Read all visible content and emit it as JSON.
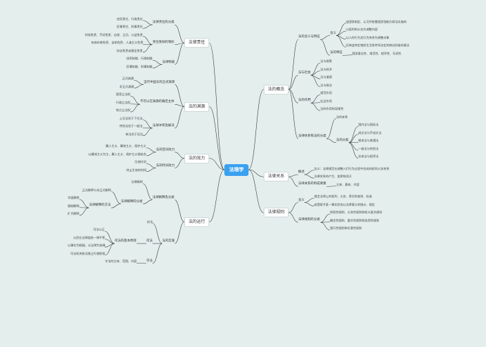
{
  "root": "法理学",
  "left": [
    {
      "label": "法律责任",
      "children": [
        {
          "label": "法律责任的分类",
          "children": [
            "违宪责任、行政责任",
            "民事责任、刑事责任"
          ]
        },
        {
          "label": "责任免除的情形",
          "children": [
            "时效免责、不诉免责、自首、立功、公益免责",
            "有效补救免责、自助免责、人道主义免责",
            "协议免责或意定免责"
          ]
        },
        {
          "label": "法律制裁",
          "children": [
            "违宪制裁、行政制裁",
            "民事制裁、刑事制裁"
          ]
        }
      ]
    },
    {
      "label": "法的渊源",
      "children": [
        {
          "label": "当代中国法的正式渊源",
          "children": [
            "正式渊源",
            "非正式渊源"
          ]
        },
        {
          "label": "不可以在渊源的确定主体",
          "children": [
            "国家立法权",
            "行政立法权",
            "地方立法权"
          ]
        },
        {
          "label": "法律冲突及解决",
          "children": [
            "上位法优于下位法",
            "特别法优于一般法",
            "新法优于旧法"
          ]
        }
      ]
    },
    {
      "label": "法的效力",
      "children": [
        {
          "label": "法的空间效力",
          "children": [
            "属人主义、属地主义、保护主义",
            "以属地主义为主，属人主义、保护主义相结合"
          ]
        },
        {
          "label": "法的时间效力",
          "children": [
            "生效时间",
            "终止生效的时间"
          ]
        }
      ]
    },
    {
      "label": "法的运行",
      "children": [
        {
          "label": "法律解释及分类",
          "children": [
            {
              "label": "法律解释"
            },
            {
              "label": "法律解释的分类",
              "children": [
                {
                  "label": "正式解释与非正式解释"
                },
                {
                  "label": "法律解释的方法",
                  "children": [
                    "字面解释",
                    "限制解释",
                    "扩大解释"
                  ]
                }
              ]
            }
          ]
        },
        {
          "label": "法的实施",
          "children": [
            {
              "label": "执法"
            },
            {
              "label": "司法",
              "children": [
                {
                  "label": "司法的基本原则",
                  "children": [
                    "司法公正",
                    "公民在法律面前一律平等",
                    "以事实为根据，以法律为准绳",
                    "司法机关依法独立行使职权"
                  ]
                }
              ]
            },
            {
              "label": "守法",
              "children": [
                "守法的主体、范围、内容"
              ]
            }
          ]
        }
      ]
    }
  ],
  "right": [
    {
      "label": "法的概念",
      "children": [
        {
          "label": "法的含义与特征",
          "children": [
            {
              "label": "含义",
              "children": [
                "由国家制定、认可并依靠国家强制力保证实施的",
                "以权利和义务为调整内容",
                "以人的行为及行为关系为调整对象",
                "反映由特定物质生活条件所决定的统治阶级的意志"
              ]
            },
            {
              "label": "法的特征",
              "children": [
                "国家意志性、规范性、程序性、可诉性"
              ]
            }
          ]
        },
        {
          "label": "法与社会",
          "children": [
            "法与政策",
            "法与经济",
            "法与道德",
            "法与政治"
          ]
        },
        {
          "label": "法的作用",
          "children": [
            "规范作用",
            "社会作用",
            "法的作用的局限性"
          ]
        },
        {
          "label": "法律体系和法的分类",
          "children": [
            {
              "label": "法的体系"
            },
            {
              "label": "法的分类",
              "children": [
                "国内法与国际法",
                "成文法与不成文法",
                "根本法与普通法",
                "一般法与特别法",
                "实体法与程序法"
              ]
            }
          ]
        }
      ]
    },
    {
      "label": "法律关系",
      "children": [
        {
          "label": "概述",
          "children": [
            "含义：法律规范在调整人们行为过程中形成的权利义务关系",
            "法律关系的产生、变更和消灭"
          ]
        },
        {
          "label": "法律关系的构成要素",
          "children": [
            "主体、客体、内容"
          ]
        }
      ]
    },
    {
      "label": "法律规则",
      "children": [
        {
          "label": "含义",
          "children": [
            "规定法律上的权利、义务、责任的准则、标准",
            "或是赋予某一事实状态以法律意义的指示、规定"
          ]
        },
        {
          "label": "法律规则的分类",
          "children": [
            "授权性规则、义务性规则和权义复合规则",
            "确定性规则、委任性规则和准用性规则",
            "强行性规则和任意性规则"
          ]
        }
      ]
    }
  ]
}
